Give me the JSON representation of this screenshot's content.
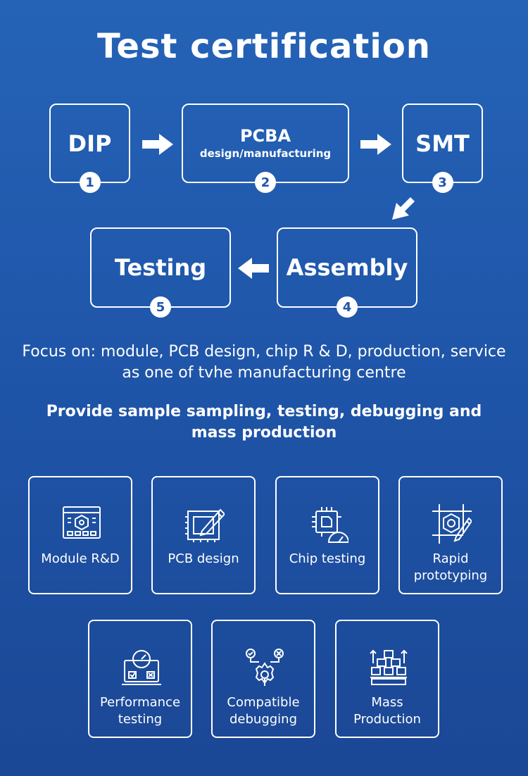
{
  "title": "Test certification",
  "steps": [
    {
      "label": "DIP",
      "sub": "",
      "num": "1"
    },
    {
      "label": "PCBA",
      "sub": "design/manufacturing",
      "num": "2"
    },
    {
      "label": "SMT",
      "sub": "",
      "num": "3"
    },
    {
      "label": "Assembly",
      "sub": "",
      "num": "4"
    },
    {
      "label": "Testing",
      "sub": "",
      "num": "5"
    }
  ],
  "description": "Focus on: module, PCB design, chip R & D, production, service as one of tvhe manufacturing centre",
  "provide": "Provide sample sampling, testing, debugging and mass production",
  "services": [
    {
      "label": "Module R&D",
      "icon": "module-icon"
    },
    {
      "label": "PCB design",
      "icon": "pcb-design-icon"
    },
    {
      "label": "Chip testing",
      "icon": "chip-testing-icon"
    },
    {
      "label": "Rapid prototyping",
      "icon": "prototyping-icon"
    },
    {
      "label": "Performance testing",
      "icon": "performance-icon"
    },
    {
      "label": "Compatible debugging",
      "icon": "debugging-icon"
    },
    {
      "label": "Mass Production",
      "icon": "mass-production-icon"
    }
  ],
  "colors": {
    "background": "#1f56aa",
    "foreground": "#ffffff"
  }
}
